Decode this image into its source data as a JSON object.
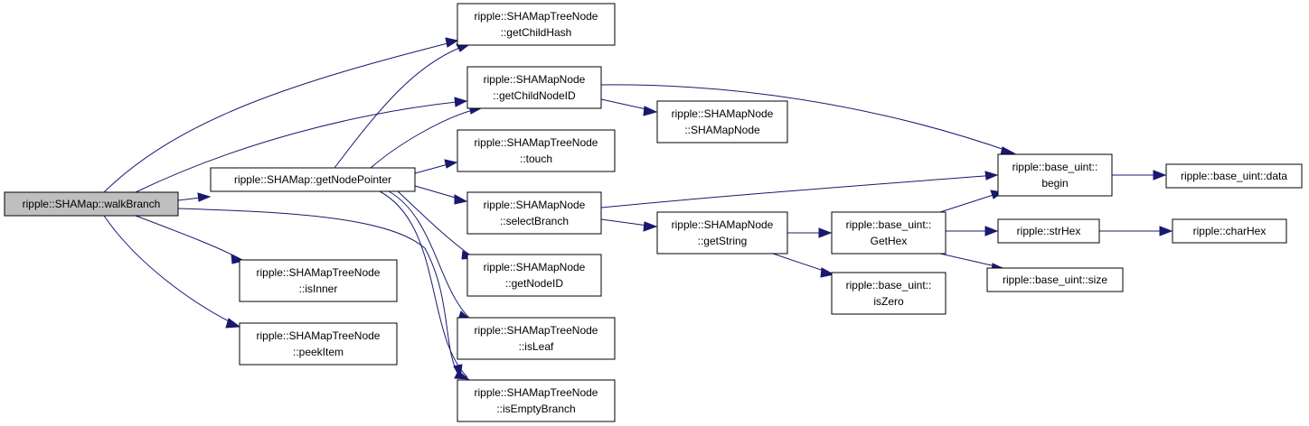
{
  "graph": {
    "root": "walkBranch",
    "nodes": [
      {
        "id": "walkBranch",
        "lines": [
          "ripple::SHAMap::walkBranch"
        ]
      },
      {
        "id": "getNodePointer",
        "lines": [
          "ripple::SHAMap::getNodePointer"
        ]
      },
      {
        "id": "getChildHash",
        "lines": [
          "ripple::SHAMapTreeNode",
          "::getChildHash"
        ]
      },
      {
        "id": "getChildNodeID",
        "lines": [
          "ripple::SHAMapNode",
          "::getChildNodeID"
        ]
      },
      {
        "id": "touch",
        "lines": [
          "ripple::SHAMapTreeNode",
          "::touch"
        ]
      },
      {
        "id": "selectBranch",
        "lines": [
          "ripple::SHAMapNode",
          "::selectBranch"
        ]
      },
      {
        "id": "getNodeID",
        "lines": [
          "ripple::SHAMapNode",
          "::getNodeID"
        ]
      },
      {
        "id": "isLeaf",
        "lines": [
          "ripple::SHAMapTreeNode",
          "::isLeaf"
        ]
      },
      {
        "id": "isEmptyBranch",
        "lines": [
          "ripple::SHAMapTreeNode",
          "::isEmptyBranch"
        ]
      },
      {
        "id": "isInner",
        "lines": [
          "ripple::SHAMapTreeNode",
          "::isInner"
        ]
      },
      {
        "id": "peekItem",
        "lines": [
          "ripple::SHAMapTreeNode",
          "::peekItem"
        ]
      },
      {
        "id": "SHAMapNodeCtor",
        "lines": [
          "ripple::SHAMapNode",
          "::SHAMapNode"
        ]
      },
      {
        "id": "getString",
        "lines": [
          "ripple::SHAMapNode",
          "::getString"
        ]
      },
      {
        "id": "begin",
        "lines": [
          "ripple::base_uint::",
          "begin"
        ]
      },
      {
        "id": "GetHex",
        "lines": [
          "ripple::base_uint::",
          "GetHex"
        ]
      },
      {
        "id": "isZero",
        "lines": [
          "ripple::base_uint::",
          "isZero"
        ]
      },
      {
        "id": "data",
        "lines": [
          "ripple::base_uint::data"
        ]
      },
      {
        "id": "strHex",
        "lines": [
          "ripple::strHex"
        ]
      },
      {
        "id": "size",
        "lines": [
          "ripple::base_uint::size"
        ]
      },
      {
        "id": "charHex",
        "lines": [
          "ripple::charHex"
        ]
      }
    ],
    "edges": [
      {
        "from": "walkBranch",
        "to": "getChildHash"
      },
      {
        "from": "walkBranch",
        "to": "getChildNodeID"
      },
      {
        "from": "walkBranch",
        "to": "getNodePointer"
      },
      {
        "from": "walkBranch",
        "to": "isInner"
      },
      {
        "from": "walkBranch",
        "to": "peekItem"
      },
      {
        "from": "walkBranch",
        "to": "isEmptyBranch"
      },
      {
        "from": "getNodePointer",
        "to": "getChildHash"
      },
      {
        "from": "getNodePointer",
        "to": "getChildNodeID"
      },
      {
        "from": "getNodePointer",
        "to": "touch"
      },
      {
        "from": "getNodePointer",
        "to": "selectBranch"
      },
      {
        "from": "getNodePointer",
        "to": "getNodeID"
      },
      {
        "from": "getNodePointer",
        "to": "isLeaf"
      },
      {
        "from": "getNodePointer",
        "to": "isEmptyBranch"
      },
      {
        "from": "getChildNodeID",
        "to": "SHAMapNodeCtor"
      },
      {
        "from": "getChildNodeID",
        "to": "begin"
      },
      {
        "from": "selectBranch",
        "to": "begin"
      },
      {
        "from": "selectBranch",
        "to": "getString"
      },
      {
        "from": "getString",
        "to": "GetHex"
      },
      {
        "from": "getString",
        "to": "isZero"
      },
      {
        "from": "GetHex",
        "to": "begin"
      },
      {
        "from": "GetHex",
        "to": "strHex"
      },
      {
        "from": "GetHex",
        "to": "size"
      },
      {
        "from": "begin",
        "to": "data"
      },
      {
        "from": "strHex",
        "to": "charHex"
      }
    ]
  }
}
